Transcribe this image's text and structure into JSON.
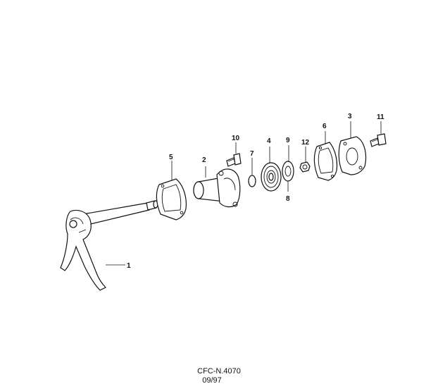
{
  "callouts": {
    "c1": "1",
    "c2": "2",
    "c3": "3",
    "c4": "4",
    "c5": "5",
    "c6": "6",
    "c7": "7",
    "c8": "8",
    "c9": "9",
    "c10": "10",
    "c11": "11",
    "c12": "12"
  },
  "reference": {
    "code": "CFC-N.4070",
    "date": "09/97"
  }
}
